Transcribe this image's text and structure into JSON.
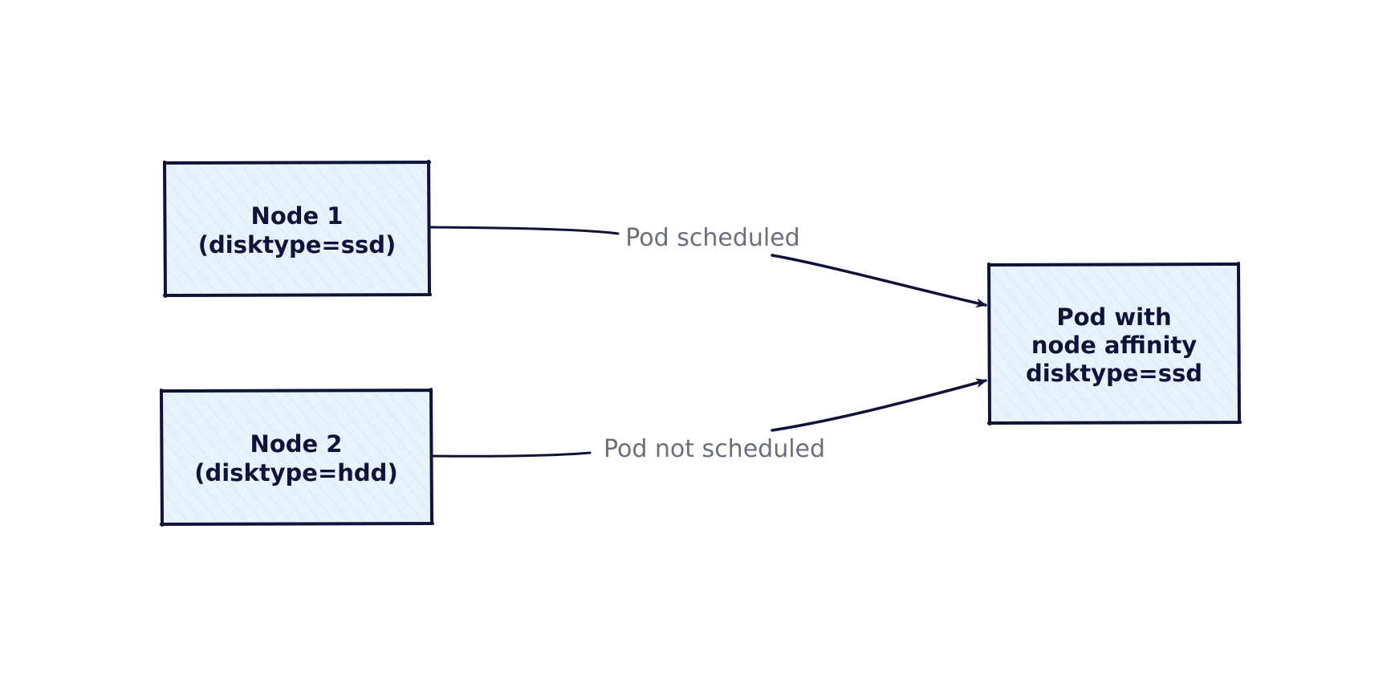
{
  "colors": {
    "box_fill": "#e7f2fd",
    "box_stroke": "#10123a",
    "edge_stroke": "#10123a",
    "edge_label": "#6b6d80",
    "hatch": "#c9dcef",
    "background": "#ffffff"
  },
  "nodes": [
    {
      "id": "node1",
      "lines": [
        "Node 1",
        "(disktype=ssd)"
      ]
    },
    {
      "id": "node2",
      "lines": [
        "Node 2",
        "(disktype=hdd)"
      ]
    },
    {
      "id": "pod",
      "lines": [
        "Pod with",
        "node affinity",
        "disktype=ssd"
      ]
    }
  ],
  "edges": [
    {
      "from": "node1",
      "to": "pod",
      "label": "Pod scheduled"
    },
    {
      "from": "node2",
      "to": "pod",
      "label": "Pod not scheduled"
    }
  ]
}
